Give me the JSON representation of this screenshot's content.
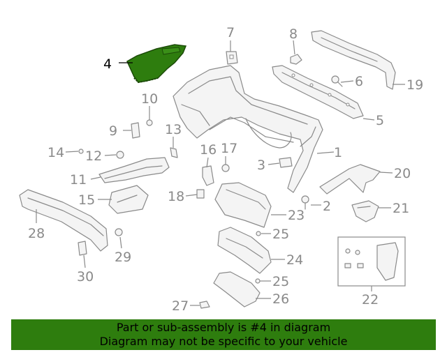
{
  "highlight": {
    "part": "4",
    "color": "#2e7d0e"
  },
  "callouts": {
    "c1": "1",
    "c2": "2",
    "c3": "3",
    "c4": "4",
    "c5": "5",
    "c6": "6",
    "c7": "7",
    "c8": "8",
    "c9": "9",
    "c10": "10",
    "c11": "11",
    "c12": "12",
    "c13": "13",
    "c14": "14",
    "c15": "15",
    "c16": "16",
    "c17": "17",
    "c18": "18",
    "c19": "19",
    "c20": "20",
    "c21": "21",
    "c22": "22",
    "c23": "23",
    "c24": "24",
    "c25a": "25",
    "c25b": "25",
    "c26": "26",
    "c27": "27",
    "c28": "28",
    "c29": "29",
    "c30": "30"
  },
  "footer": {
    "line1": "Part or sub-assembly is #4 in diagram",
    "line2": "Diagram may not be specific to your vehicle"
  }
}
